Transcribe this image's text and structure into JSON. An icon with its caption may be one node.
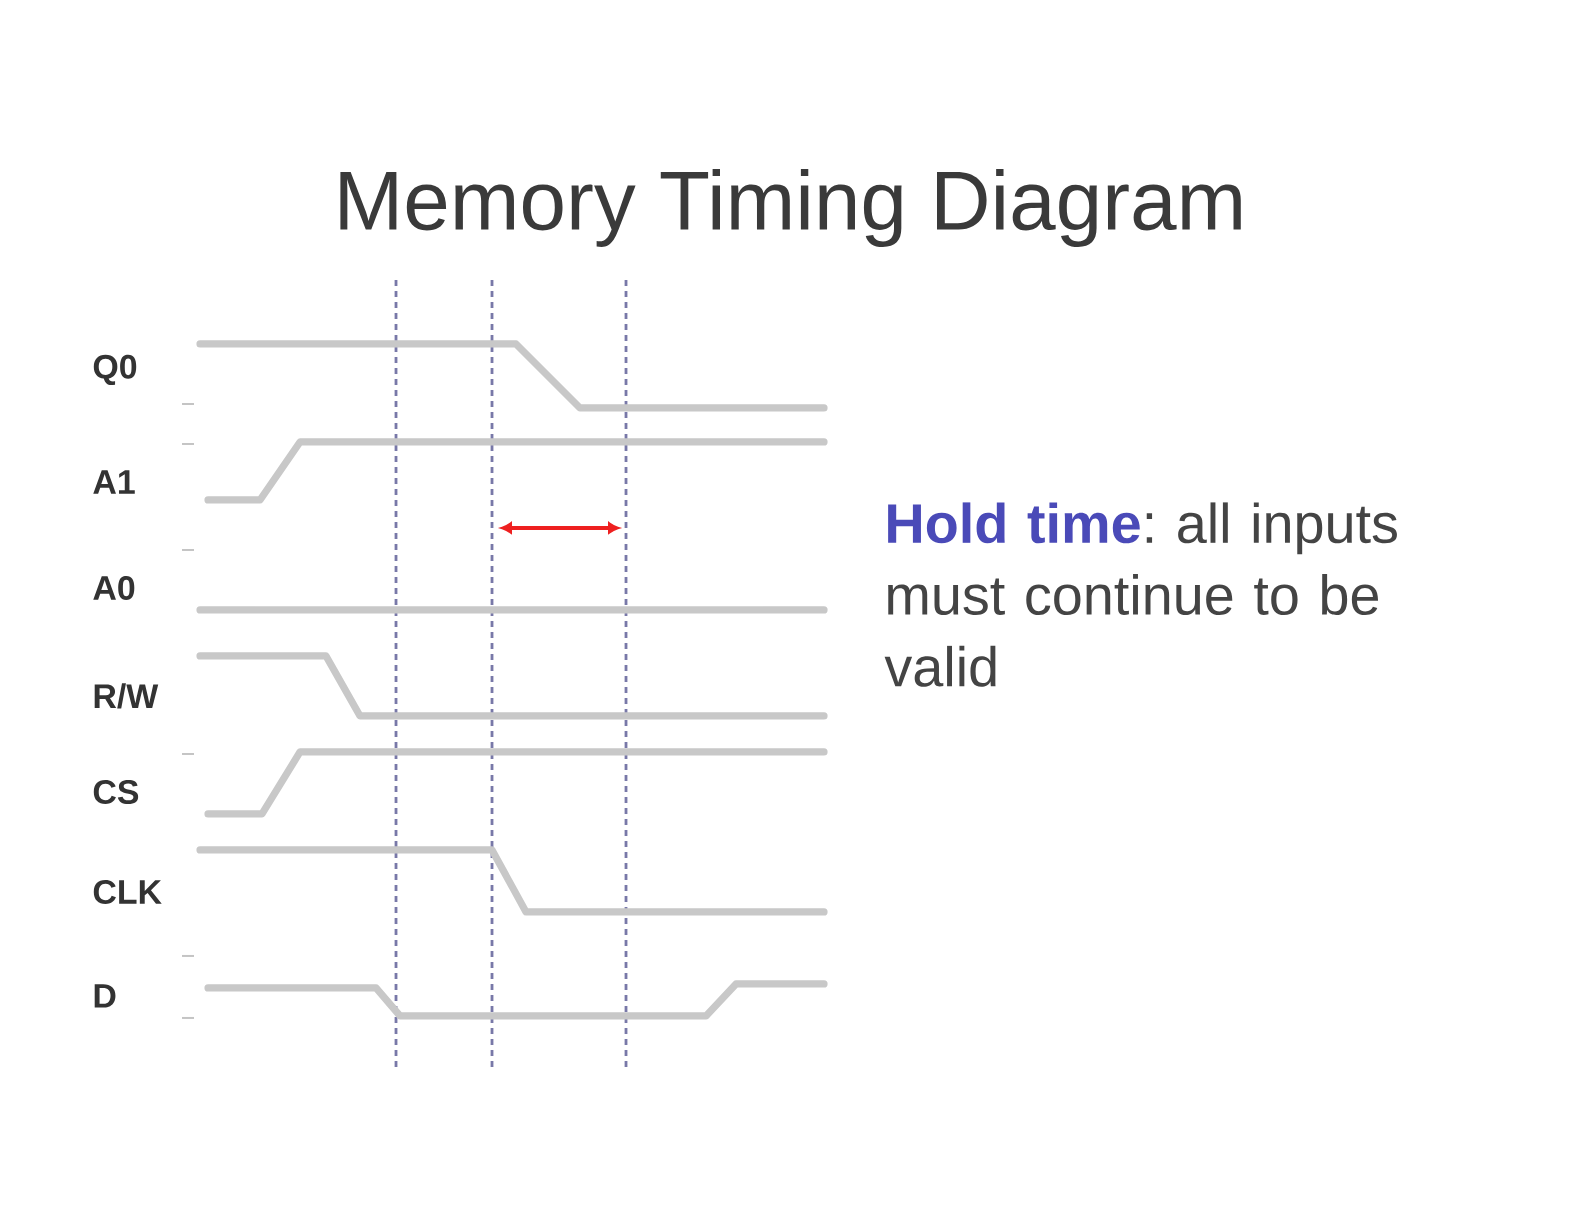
{
  "diagram": {
    "title": "Memory Timing Diagram",
    "labels": [
      "Q0",
      "A1",
      "A0",
      "R/W",
      "CS",
      "CLK",
      "D",
      "**Hold time**: all inputs must continue to be valid"
    ]
  }
}
